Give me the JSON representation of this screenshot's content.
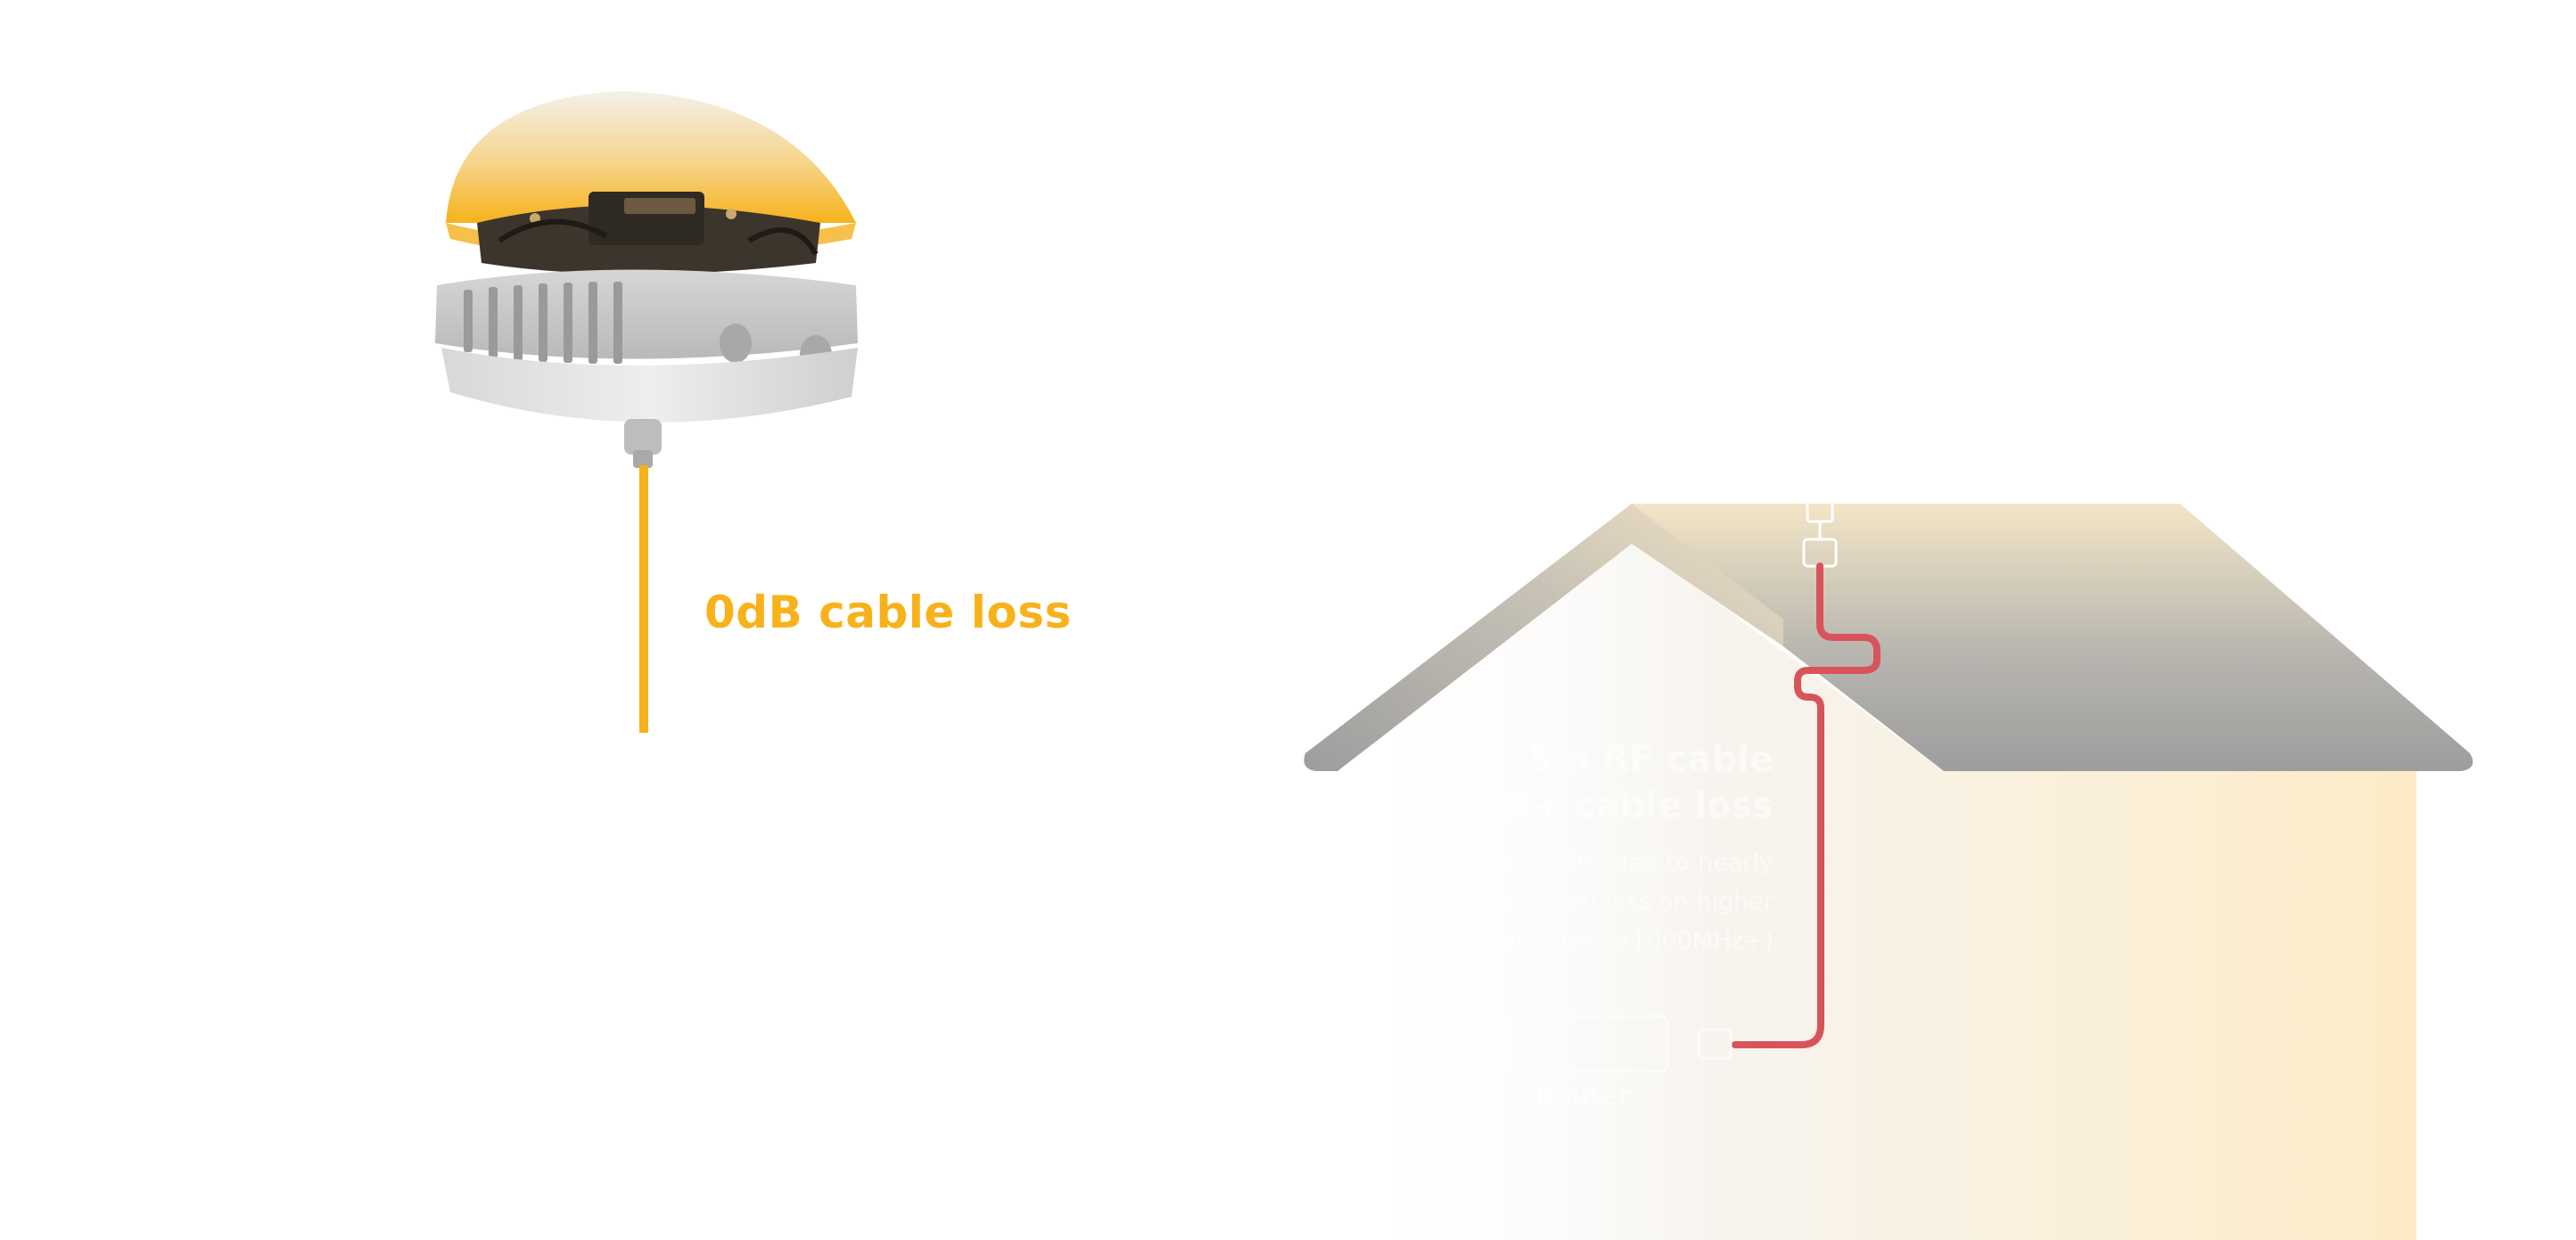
{
  "colors": {
    "accent_yellow": "#F7B21B",
    "cable_red": "#D9535B",
    "roof_gray": "#9D9D9D",
    "house_warm": "#FBE9C3"
  },
  "antenna": {
    "icon": "dome-antenna-icon",
    "cable_label": "0dB cable loss"
  },
  "house": {
    "rf_cable_title_line1": "5m RF cable",
    "rf_cable_title_line2": "6dB+ cable loss",
    "rf_desc_line1": "Indoor units lead to nearly",
    "rf_desc_line2": "total signal loss on higher",
    "rf_desc_line3": "frequencies (>1000MHz+)",
    "router_label": "Router",
    "router_icon": "router-icon",
    "connector_icon": "rf-connector-icon"
  }
}
